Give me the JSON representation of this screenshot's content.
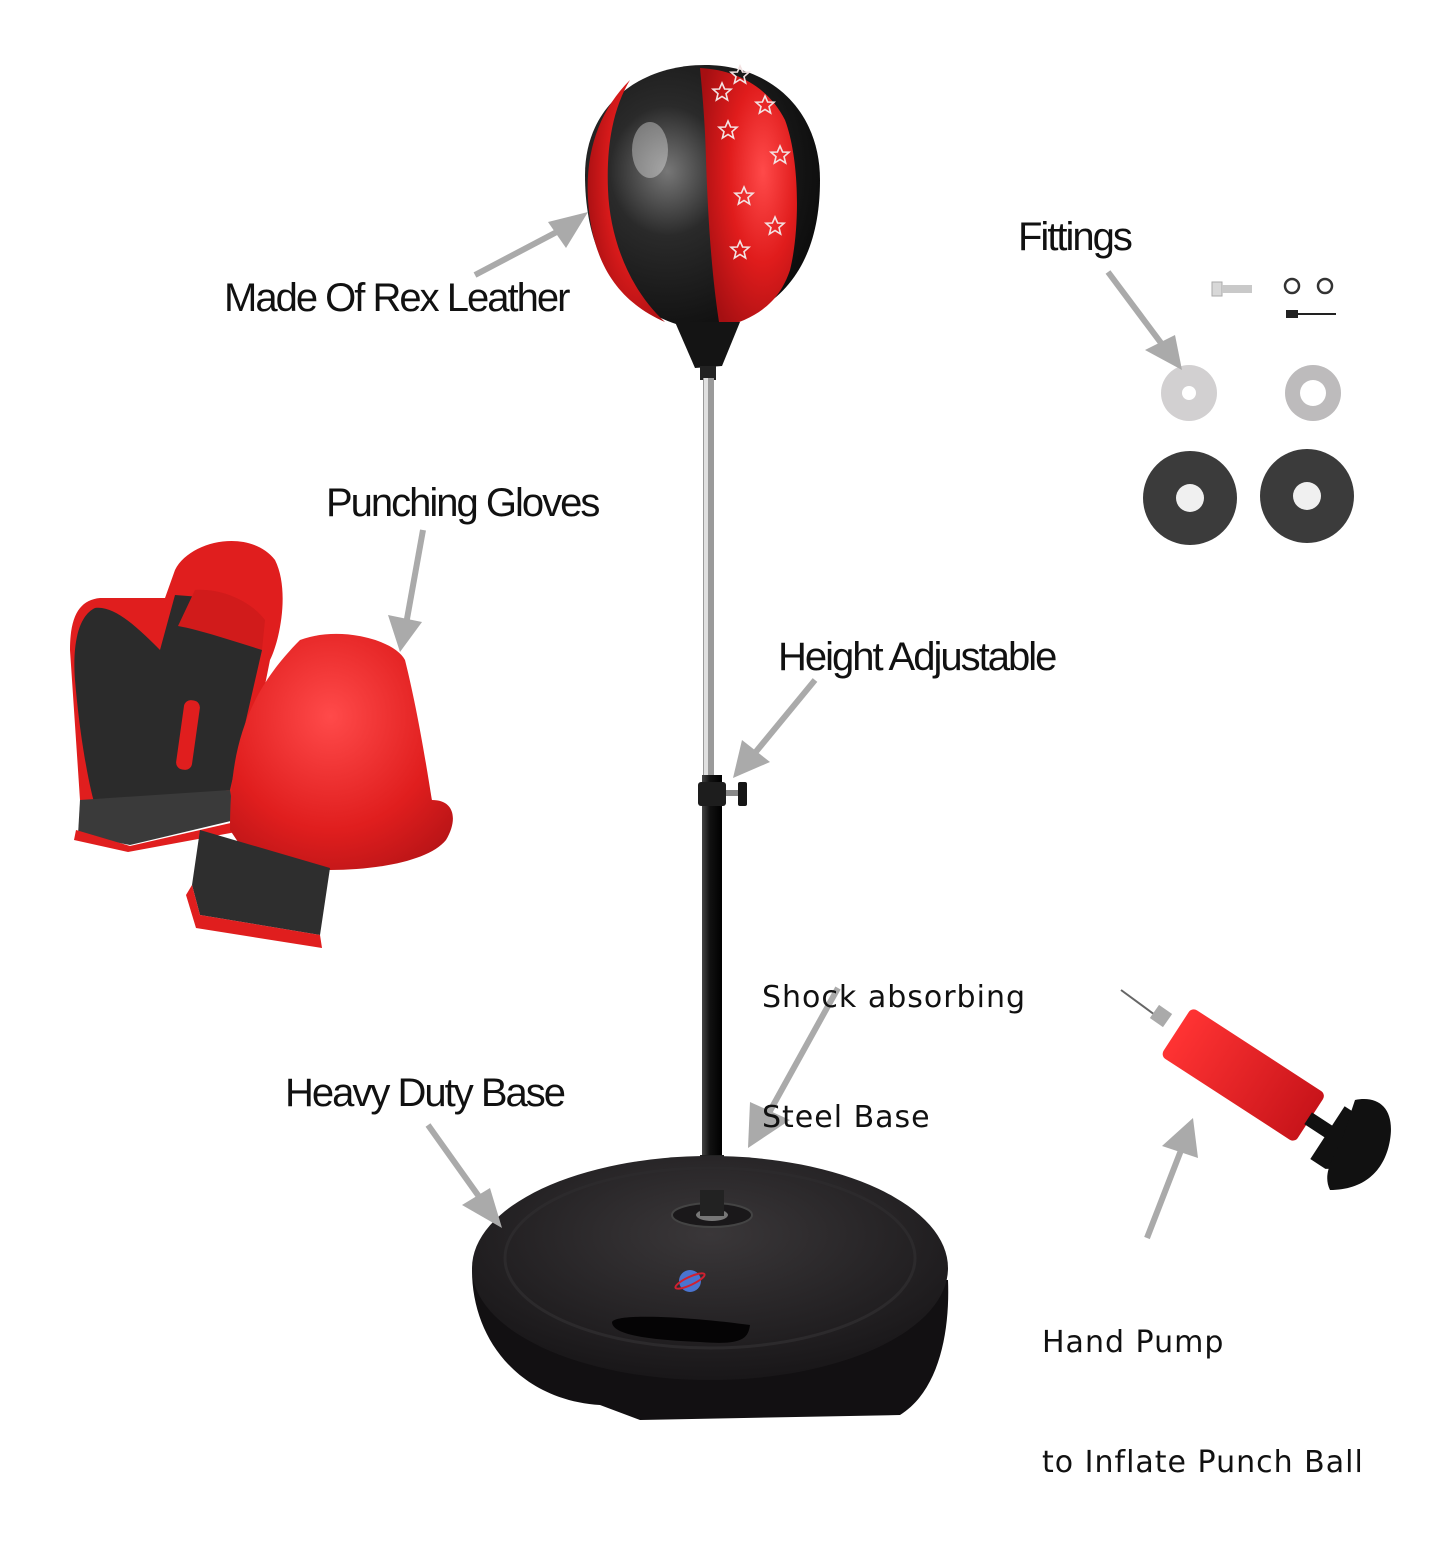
{
  "title": "Punching Ball Stand Set - Product Feature Diagram",
  "labels": {
    "leather": "Made Of Rex Leather",
    "fittings": "Fittings",
    "gloves": "Punching Gloves",
    "height": "Height Adjustable",
    "shock_line1": "Shock absorbing",
    "shock_line2": "Steel Base",
    "heavy_base": "Heavy Duty Base",
    "pump_line1": "Hand Pump",
    "pump_line2": "to Inflate Punch Ball"
  },
  "components": [
    {
      "name": "punch-ball",
      "colors": [
        "#d71920",
        "#111111"
      ],
      "decoration": "white stars"
    },
    {
      "name": "boxing-gloves",
      "count": 2,
      "colors": [
        "#e01e1e",
        "#2b2b2b"
      ]
    },
    {
      "name": "steel-pole",
      "feature": "height adjustment knob"
    },
    {
      "name": "spring",
      "feature": "shock absorbing"
    },
    {
      "name": "round-base",
      "color": "#1e1c1e"
    },
    {
      "name": "fittings",
      "items": [
        "bolt",
        "2 snap rings",
        "inflation needle",
        "2 metal washers",
        "2 rubber washers"
      ]
    },
    {
      "name": "hand-pump",
      "colors": [
        "#e01a1a",
        "#111111"
      ]
    }
  ],
  "colors": {
    "arrow": "#aaaaaa",
    "red": "#dd1c1c",
    "black": "#151515",
    "text": "#111111"
  }
}
